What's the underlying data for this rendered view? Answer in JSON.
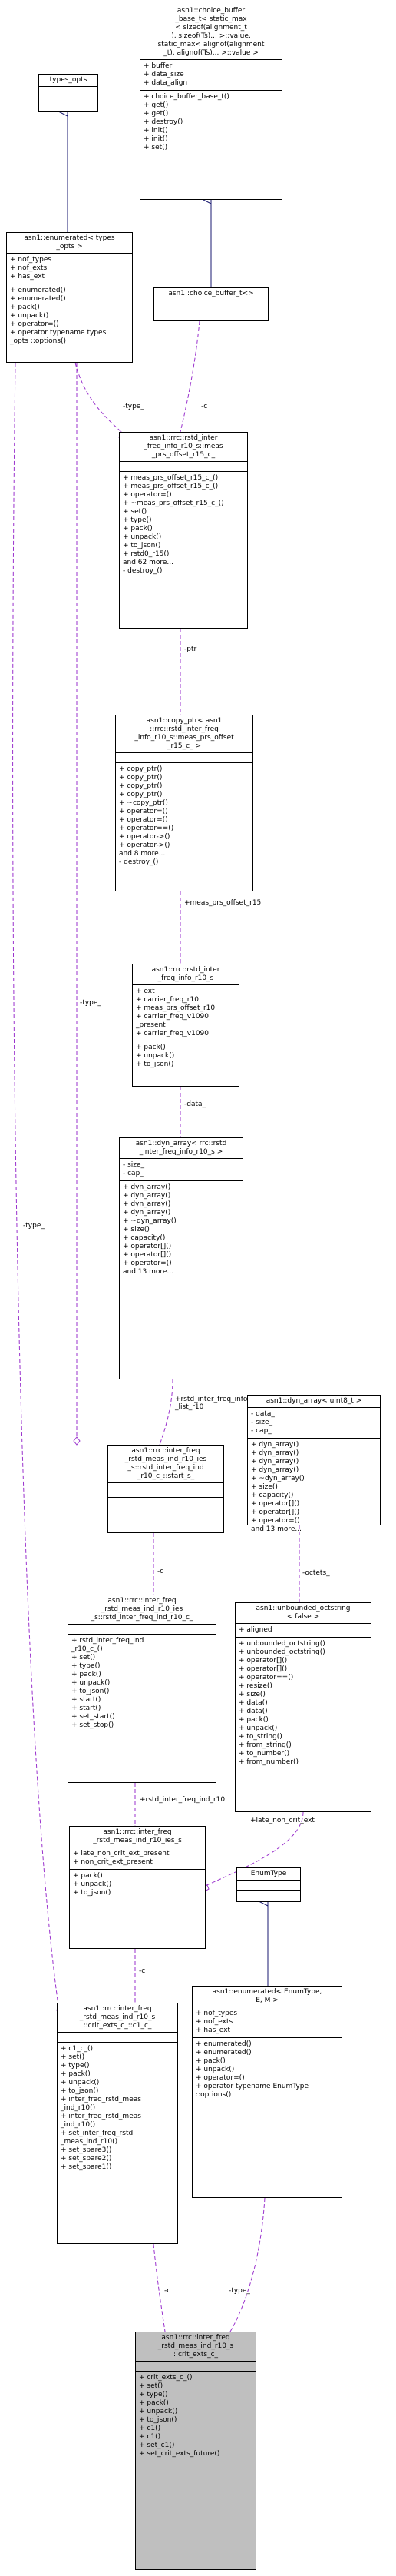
{
  "nodes": {
    "choice_buffer_base": {
      "title": "asn1::choice_buffer\n_base_t< static_max\n< sizeof(alignment_t\n), sizeof(Ts)... >::value,\nstatic_max< alignof(alignment\n_t), alignof(Ts)... >::value >",
      "attrs": "+ buffer\n+ data_size\n+ data_align",
      "methods": "+ choice_buffer_base_t()\n+ get()\n+ get()\n+ destroy()\n+ init()\n+ init()\n+ set()"
    },
    "types_opts": {
      "title": "types_opts",
      "attrs": "",
      "methods": ""
    },
    "enumerated_types": {
      "title": "asn1::enumerated< types\n_opts >",
      "attrs": "+ nof_types\n+ nof_exts\n+ has_ext",
      "methods": "+ enumerated()\n+ enumerated()\n+ pack()\n+ unpack()\n+ operator=()\n+ operator typename types\n_opts ::options()"
    },
    "choice_buffer_t": {
      "title": "asn1::choice_buffer_t<>",
      "attrs": "",
      "methods": ""
    },
    "meas_prs_offset": {
      "title": "asn1::rrc::rstd_inter\n_freq_info_r10_s::meas\n_prs_offset_r15_c_",
      "attrs": "",
      "methods": "+ meas_prs_offset_r15_c_()\n+ meas_prs_offset_r15_c_()\n+ operator=()\n+ ~meas_prs_offset_r15_c_()\n+ set()\n+ type()\n+ pack()\n+ unpack()\n+ to_json()\n+ rstd0_r15()\nand 62 more...\n- destroy_()"
    },
    "copy_ptr": {
      "title": "asn1::copy_ptr< asn1\n::rrc::rstd_inter_freq\n_info_r10_s::meas_prs_offset\n_r15_c_ >",
      "attrs": "",
      "methods": "+ copy_ptr()\n+ copy_ptr()\n+ copy_ptr()\n+ copy_ptr()\n+ ~copy_ptr()\n+ operator=()\n+ operator=()\n+ operator==()\n+ operator->()\n+ operator->()\nand 8 more...\n- destroy_()"
    },
    "rstd_inter_freq_info": {
      "title": "asn1::rrc::rstd_inter\n_freq_info_r10_s",
      "attrs": "+ ext\n+ carrier_freq_r10\n+ meas_prs_offset_r10\n+ carrier_freq_v1090\n_present\n+ carrier_freq_v1090",
      "methods": "+ pack()\n+ unpack()\n+ to_json()"
    },
    "dyn_array_rstd": {
      "title": "asn1::dyn_array< rrc::rstd\n_inter_freq_info_r10_s >",
      "attrs": "- size_\n- cap_",
      "methods": "+ dyn_array()\n+ dyn_array()\n+ dyn_array()\n+ dyn_array()\n+ ~dyn_array()\n+ size()\n+ capacity()\n+ operator[]()\n+ operator[]()\n+ operator=()\nand 13 more..."
    },
    "start_s": {
      "title": "asn1::rrc::inter_freq\n_rstd_meas_ind_r10_ies\n_s::rstd_inter_freq_ind\n_r10_c_::start_s_",
      "attrs": "",
      "methods": ""
    },
    "dyn_array_uint8": {
      "title": "asn1::dyn_array< uint8_t >",
      "attrs": "- data_\n- size_\n- cap_",
      "methods": "+ dyn_array()\n+ dyn_array()\n+ dyn_array()\n+ dyn_array()\n+ ~dyn_array()\n+ size()\n+ capacity()\n+ operator[]()\n+ operator[]()\n+ operator=()\nand 13 more..."
    },
    "rstd_inter_freq_ind": {
      "title": "asn1::rrc::inter_freq\n_rstd_meas_ind_r10_ies\n_s::rstd_inter_freq_ind_r10_c_",
      "attrs": "",
      "methods": "+ rstd_inter_freq_ind\n_r10_c_()\n+ set()\n+ type()\n+ pack()\n+ unpack()\n+ to_json()\n+ start()\n+ start()\n+ set_start()\n+ set_stop()"
    },
    "unbounded_octstring": {
      "title": "asn1::unbounded_octstring\n< false >",
      "attrs": "+ aligned",
      "methods": "+ unbounded_octstring()\n+ unbounded_octstring()\n+ operator[]()\n+ operator[]()\n+ operator==()\n+ resize()\n+ size()\n+ data()\n+ data()\n+ pack()\n+ unpack()\n+ to_string()\n+ from_string()\n+ to_number()\n+ from_number()"
    },
    "ies_s": {
      "title": "asn1::rrc::inter_freq\n_rstd_meas_ind_r10_ies_s",
      "attrs": "+ late_non_crit_ext_present\n+ non_crit_ext_present",
      "methods": "+ pack()\n+ unpack()\n+ to_json()"
    },
    "enum_type": {
      "title": "EnumType",
      "attrs": "",
      "methods": ""
    },
    "c1_c": {
      "title": "asn1::rrc::inter_freq\n_rstd_meas_ind_r10_s\n::crit_exts_c_::c1_c_",
      "attrs": "",
      "methods": "+ c1_c_()\n+ set()\n+ type()\n+ pack()\n+ unpack()\n+ to_json()\n+ inter_freq_rstd_meas\n_ind_r10()\n+ inter_freq_rstd_meas\n_ind_r10()\n+ set_inter_freq_rstd\n_meas_ind_r10()\n+ set_spare3()\n+ set_spare2()\n+ set_spare1()"
    },
    "enumerated_enum": {
      "title": "asn1::enumerated< EnumType,\nE, M >",
      "attrs": "+ nof_types\n+ nof_exts\n+ has_ext",
      "methods": "+ enumerated()\n+ enumerated()\n+ pack()\n+ unpack()\n+ operator=()\n+ operator typename EnumType\n::options()"
    },
    "crit_exts": {
      "title": "asn1::rrc::inter_freq\n_rstd_meas_ind_r10_s\n::crit_exts_c_",
      "attrs": "",
      "methods": "+ crit_exts_c_()\n+ set()\n+ type()\n+ pack()\n+ unpack()\n+ to_json()\n+ c1()\n+ c1()\n+ set_c1()\n+ set_crit_exts_future()"
    }
  },
  "edge_labels": {
    "type1": "-type_",
    "c1": "-c",
    "ptr": "-ptr",
    "meas_prs": "+meas_prs_offset_r15",
    "data": "-data_",
    "type2": "-type_",
    "type3": "-type_",
    "rstd_list": "+rstd_inter_freq_info\n_list_r10",
    "c2": "-c",
    "octets": "-octets_",
    "rstd_ind": "+rstd_inter_freq_ind_r10",
    "late_non_crit": "+late_non_crit_ext",
    "c3": "-c",
    "c4": "-c",
    "type4": "-type_"
  }
}
